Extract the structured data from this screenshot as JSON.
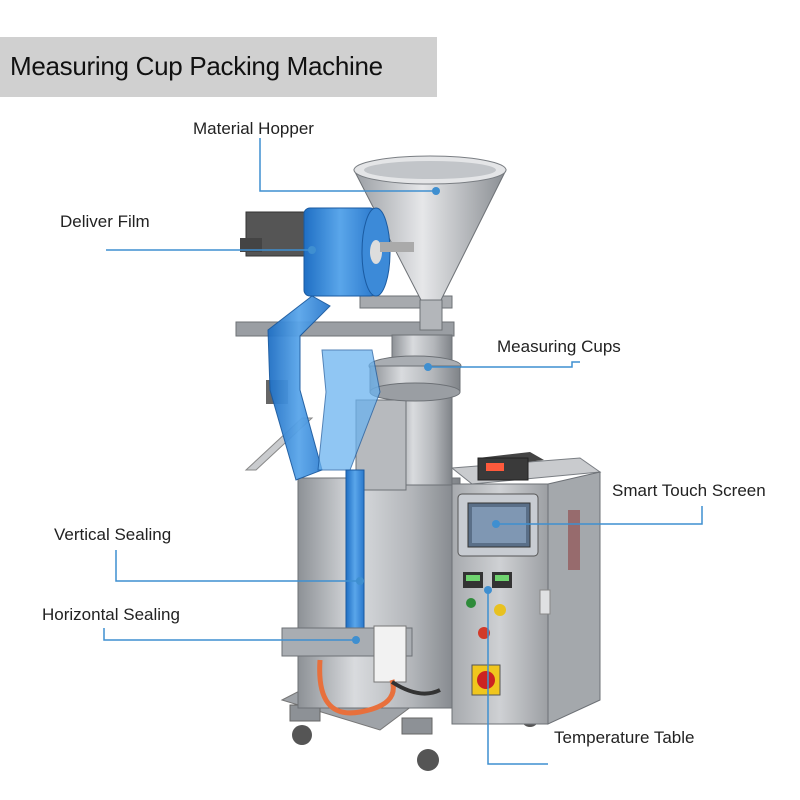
{
  "title": "Measuring Cup Packing Machine",
  "labels": {
    "material_hopper": "Material Hopper",
    "deliver_film": "Deliver Film",
    "measuring_cups": "Measuring Cups",
    "smart_touch_screen": "Smart Touch Screen",
    "vertical_sealing": "Vertical Sealing",
    "horizontal_sealing": "Horizontal Sealing",
    "temperature_table": "Temperature Table"
  },
  "colors": {
    "leader_line": "#3f8fd0",
    "title_bar": "#d0d0d0",
    "film": "#2c7fd3",
    "steel": "#b9bcc0"
  }
}
